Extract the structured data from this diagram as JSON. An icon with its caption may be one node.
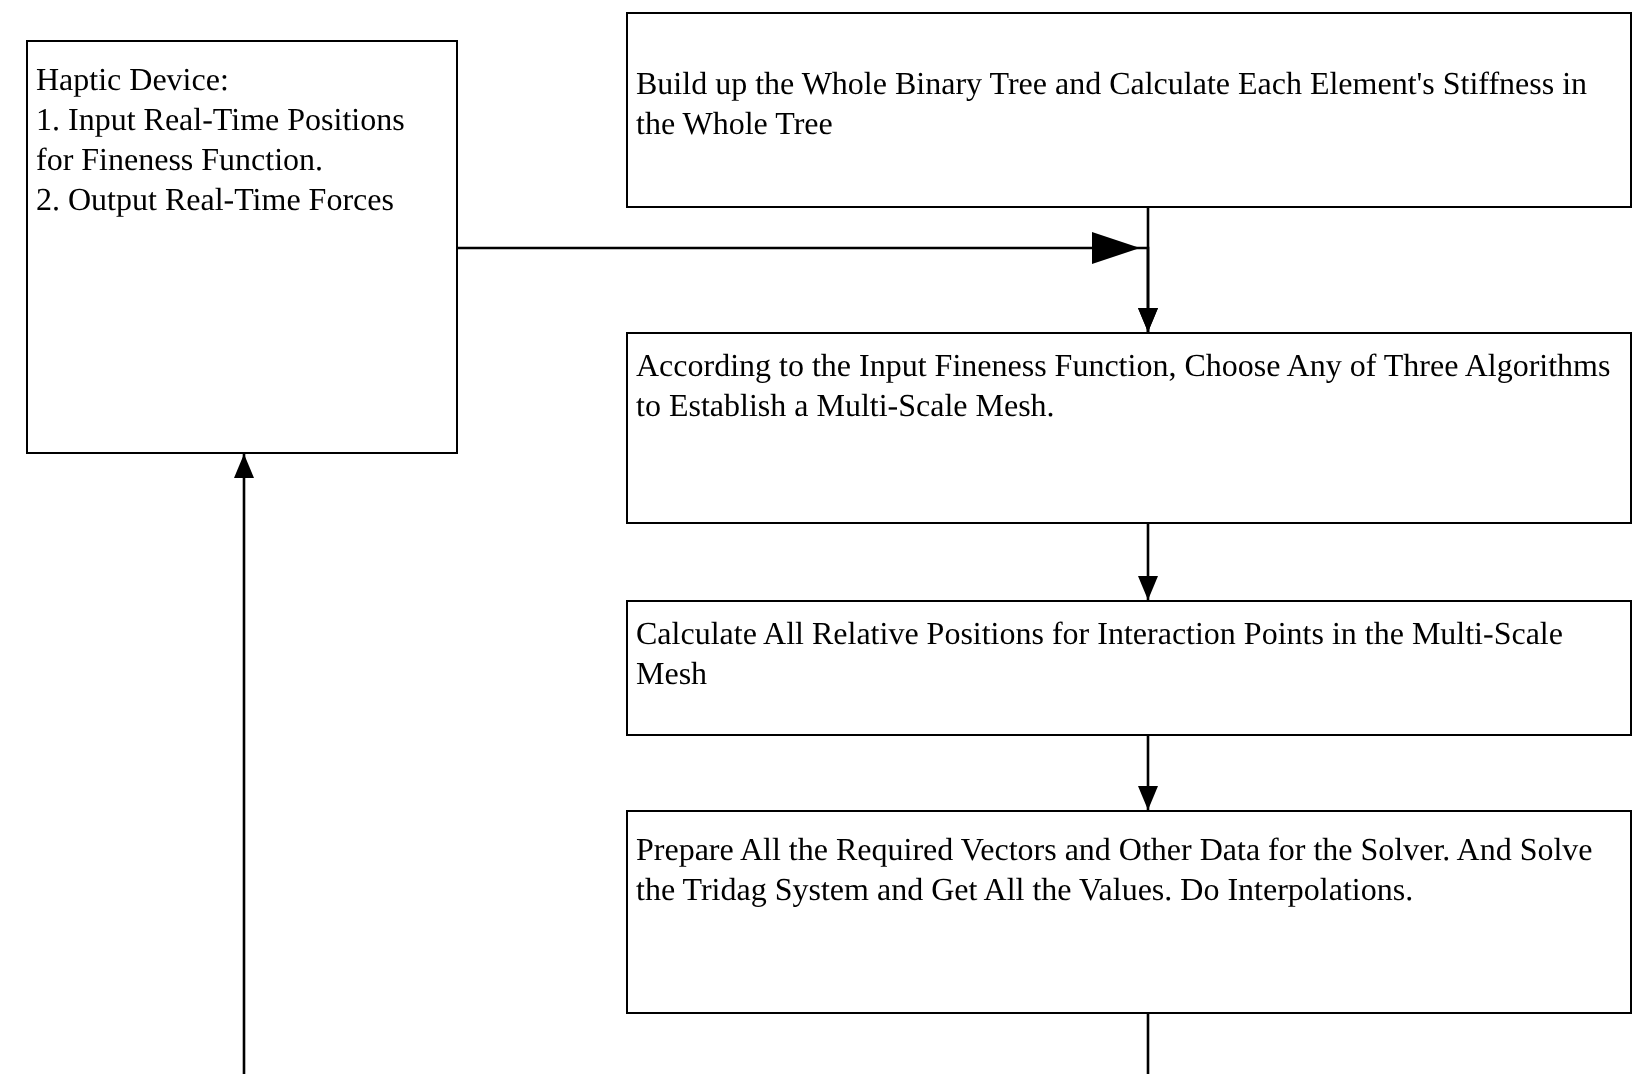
{
  "diagram": {
    "nodes": [
      {
        "text": [
          "Haptic Device:",
          "1. Input Real-Time Positions for Fineness Function.",
          "2. Output Real-Time Forces"
        ]
      },
      {
        "text": [
          "Build up the Whole Binary Tree and Calculate Each Element's Stiffness in the Whole Tree"
        ]
      },
      {
        "text": [
          "According to the Input Fineness Function, Choose Any of Three Algorithms to Establish a Multi-Scale Mesh."
        ]
      },
      {
        "text": [
          "Calculate All Relative Positions for Interaction Points in the Multi-Scale Mesh"
        ]
      },
      {
        "text": [
          "Prepare All the Required Vectors and Other Data for the Solver. And Solve the Tridag System and Get All the Values. Do Interpolations."
        ]
      }
    ],
    "edges": [
      {
        "from": 0,
        "to": 2,
        "arrow": "to"
      },
      {
        "from": 1,
        "to": 2,
        "arrow": "to"
      },
      {
        "from": 2,
        "to": 3,
        "arrow": "to"
      },
      {
        "from": 3,
        "to": 4,
        "arrow": "to"
      },
      {
        "from": 4,
        "to": null,
        "arrow": "none"
      },
      {
        "from": null,
        "to": 0,
        "arrow": "to"
      }
    ]
  }
}
